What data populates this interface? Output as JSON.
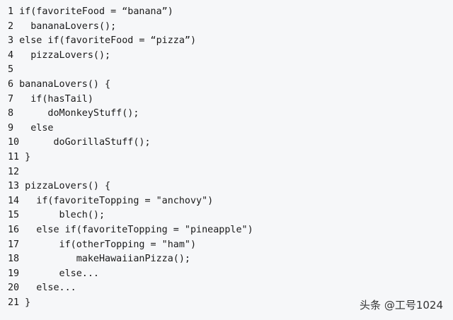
{
  "code": {
    "lines": [
      "1 if(favoriteFood = “banana”)",
      "2   bananaLovers();",
      "3 else if(favoriteFood = “pizza”)",
      "4   pizzaLovers();",
      "5",
      "6 bananaLovers() {",
      "7   if(hasTail)",
      "8      doMonkeyStuff();",
      "9   else",
      "10      doGorillaStuff();",
      "11 }",
      "12",
      "13 pizzaLovers() {",
      "14   if(favoriteTopping = \"anchovy\")",
      "15       blech();",
      "16   else if(favoriteTopping = \"pineapple\")",
      "17       if(otherTopping = \"ham\")",
      "18          makeHawaiianPizza();",
      "19       else...",
      "20   else...",
      "21 }"
    ]
  },
  "watermark": {
    "text": "头条 @工号1024"
  }
}
